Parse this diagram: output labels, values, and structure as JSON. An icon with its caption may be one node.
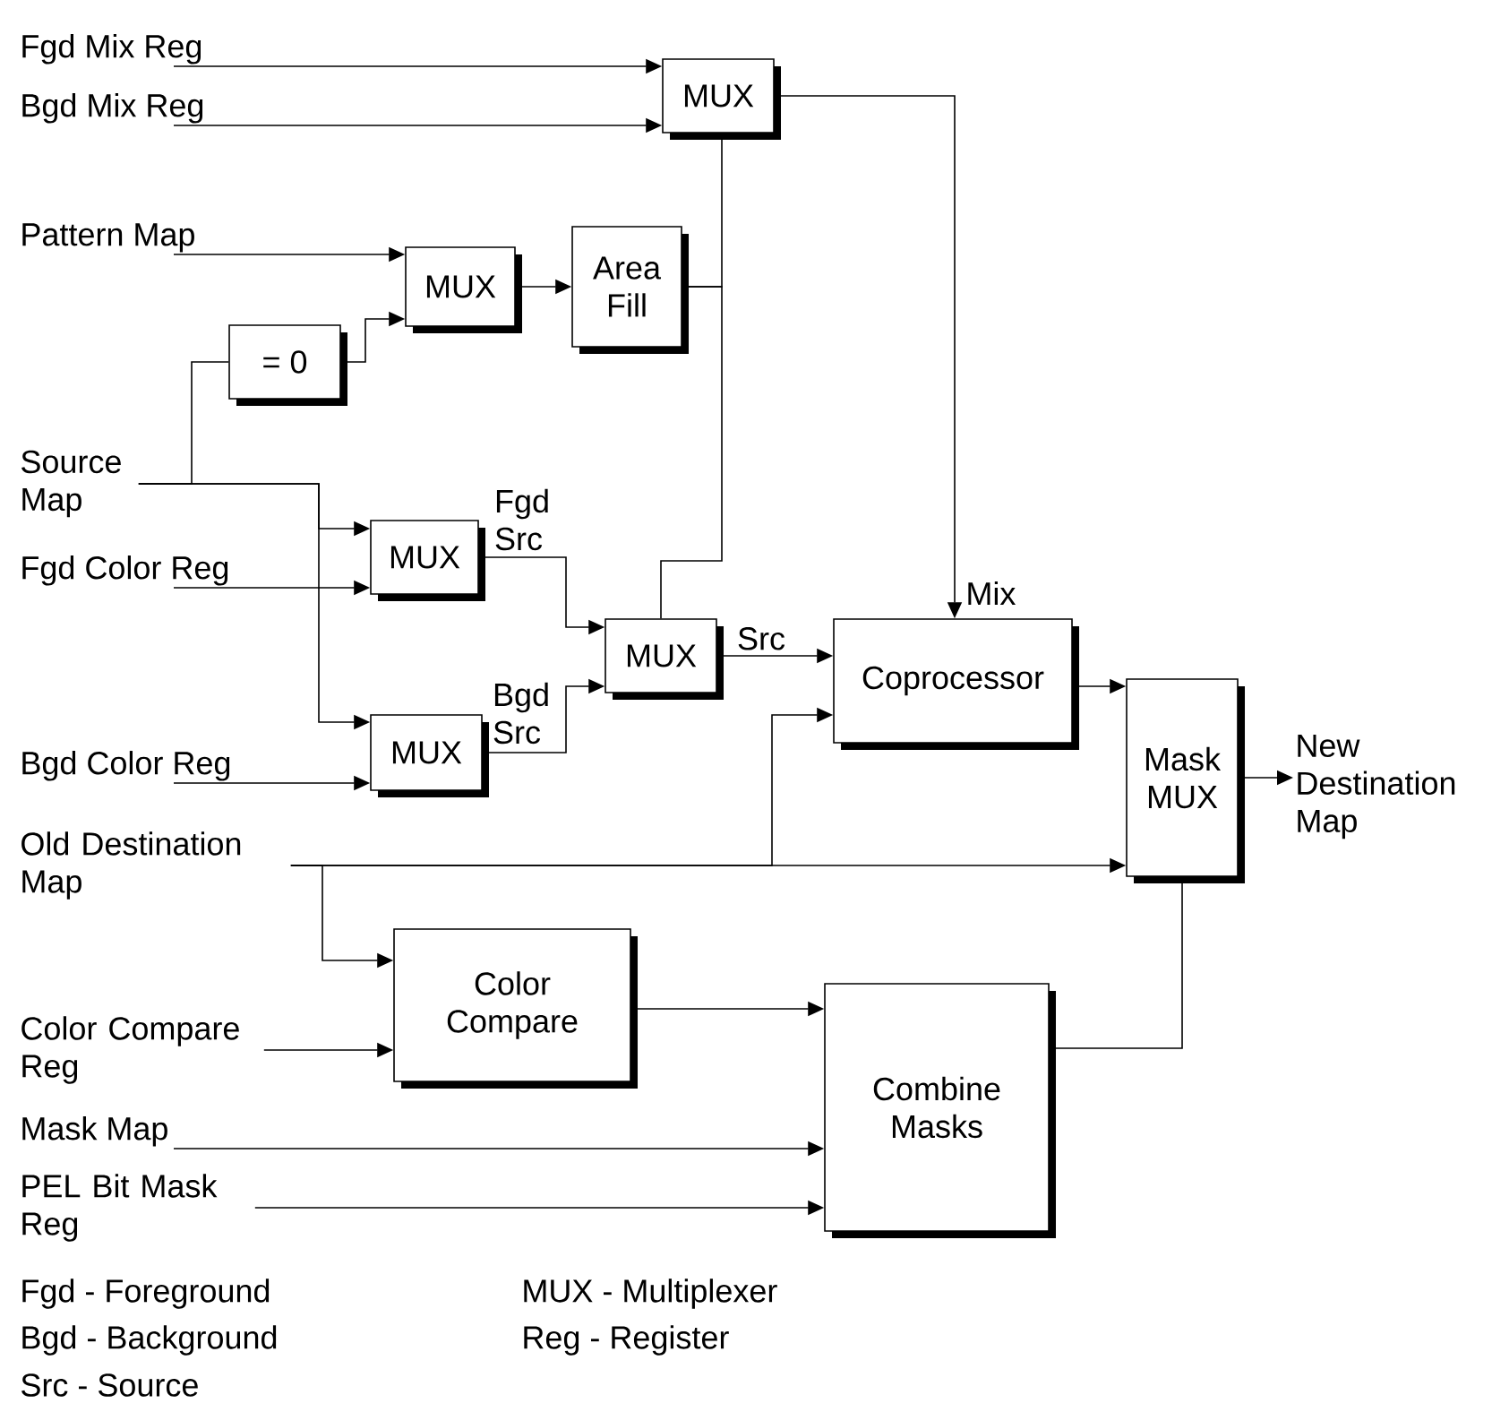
{
  "diagram": {
    "nodes": [
      {
        "text": [
          "Fgd Mix Reg"
        ]
      },
      {
        "text": [
          "Bgd Mix Reg"
        ]
      },
      {
        "text": [
          "MUX"
        ]
      },
      {
        "text": [
          "Pattern Map"
        ]
      },
      {
        "text": [
          "MUX"
        ]
      },
      {
        "text": [
          "Area Fill"
        ]
      },
      {
        "text": [
          "= 0"
        ]
      },
      {
        "text": [
          "Source Map"
        ]
      },
      {
        "text": [
          "MUX"
        ]
      },
      {
        "text": [
          "Fgd Color Reg"
        ]
      },
      {
        "text": [
          "MUX"
        ]
      },
      {
        "text": [
          "Bgd Color Reg"
        ]
      },
      {
        "text": [
          "MUX"
        ]
      },
      {
        "text": [
          "Coprocessor"
        ]
      },
      {
        "text": [
          "Mask MUX"
        ]
      },
      {
        "text": [
          "New Destination Map"
        ]
      },
      {
        "text": [
          "Old Destination Map"
        ]
      },
      {
        "text": [
          "Color Compare"
        ]
      },
      {
        "text": [
          "Color Compare Reg"
        ]
      },
      {
        "text": [
          "Combine Masks"
        ]
      },
      {
        "text": [
          "Mask Map"
        ]
      },
      {
        "text": [
          "PEL Bit Mask Reg"
        ]
      }
    ],
    "edges": [
      {
        "from": 0,
        "to": 2,
        "arrow": "to"
      },
      {
        "from": 1,
        "to": 2,
        "arrow": "to"
      },
      {
        "from": 3,
        "to": 4,
        "arrow": "to"
      },
      {
        "from": 6,
        "to": 4,
        "arrow": "to"
      },
      {
        "from": 4,
        "to": 5,
        "arrow": "to"
      },
      {
        "from": 7,
        "to": 6,
        "arrow": "none"
      },
      {
        "from": 7,
        "to": 8,
        "arrow": "to"
      },
      {
        "from": 7,
        "to": 10,
        "arrow": "to"
      },
      {
        "from": 9,
        "to": 8,
        "arrow": "to"
      },
      {
        "from": 11,
        "to": 10,
        "arrow": "to"
      },
      {
        "from": 8,
        "to": 12,
        "arrow": "to",
        "label": "Fgd Src"
      },
      {
        "from": 10,
        "to": 12,
        "arrow": "to",
        "label": "Bgd Src"
      },
      {
        "from": 12,
        "to": 13,
        "arrow": "to",
        "label": "Src"
      },
      {
        "from": 2,
        "to": 13,
        "arrow": "to",
        "label": "Mix"
      },
      {
        "from": 5,
        "to": 2,
        "arrow": "none"
      },
      {
        "from": 5,
        "to": 12,
        "arrow": "none"
      },
      {
        "from": 16,
        "to": 13,
        "arrow": "to"
      },
      {
        "from": 16,
        "to": 14,
        "arrow": "to"
      },
      {
        "from": 16,
        "to": 17,
        "arrow": "to"
      },
      {
        "from": 18,
        "to": 17,
        "arrow": "to"
      },
      {
        "from": 13,
        "to": 14,
        "arrow": "to"
      },
      {
        "from": 17,
        "to": 19,
        "arrow": "to"
      },
      {
        "from": 20,
        "to": 19,
        "arrow": "to"
      },
      {
        "from": 21,
        "to": 19,
        "arrow": "to"
      },
      {
        "from": 19,
        "to": 14,
        "arrow": "none"
      },
      {
        "from": 14,
        "to": 15,
        "arrow": "to"
      }
    ],
    "labels": [
      "Fgd - Foreground",
      "MUX - Multiplexer",
      "Bgd - Background",
      "Reg - Register",
      "Src - Source"
    ]
  }
}
